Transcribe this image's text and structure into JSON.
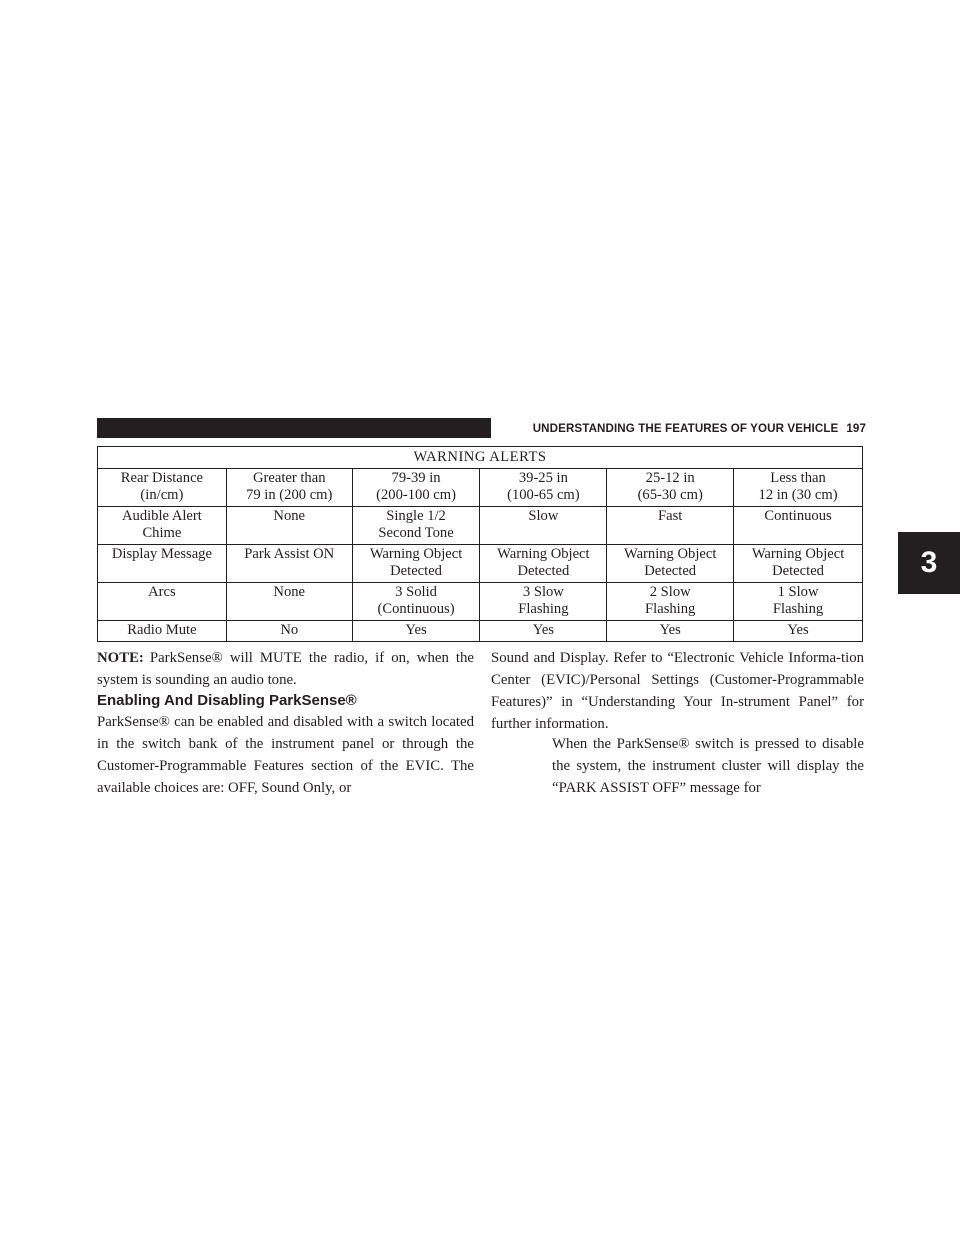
{
  "header": {
    "title": "UNDERSTANDING THE FEATURES OF YOUR VEHICLE",
    "page_number": "197",
    "chapter_tab": "3"
  },
  "table": {
    "title": "WARNING ALERTS",
    "rows": [
      [
        [
          "Rear Distance",
          "(in/cm)"
        ],
        [
          "Greater than",
          "79 in (200 cm)"
        ],
        [
          "79-39 in",
          "(200-100 cm)"
        ],
        [
          "39-25 in",
          "(100-65 cm)"
        ],
        [
          "25-12 in",
          "(65-30 cm)"
        ],
        [
          "Less than",
          "12 in (30 cm)"
        ]
      ],
      [
        [
          "Audible Alert",
          "Chime"
        ],
        [
          "None",
          ""
        ],
        [
          "Single 1/2",
          "Second Tone"
        ],
        [
          "Slow",
          ""
        ],
        [
          "Fast",
          ""
        ],
        [
          "Continuous",
          ""
        ]
      ],
      [
        [
          "Display Message",
          ""
        ],
        [
          "Park Assist ON",
          ""
        ],
        [
          "Warning Object",
          "Detected"
        ],
        [
          "Warning Object",
          "Detected"
        ],
        [
          "Warning Object",
          "Detected"
        ],
        [
          "Warning Object",
          "Detected"
        ]
      ],
      [
        [
          "Arcs",
          ""
        ],
        [
          "None",
          ""
        ],
        [
          "3 Solid",
          "(Continuous)"
        ],
        [
          "3 Slow",
          "Flashing"
        ],
        [
          "2 Slow",
          "Flashing"
        ],
        [
          "1 Slow",
          "Flashing"
        ]
      ],
      [
        [
          "Radio Mute",
          ""
        ],
        [
          "No",
          ""
        ],
        [
          "Yes",
          ""
        ],
        [
          "Yes",
          ""
        ],
        [
          "Yes",
          ""
        ],
        [
          "Yes",
          ""
        ]
      ]
    ]
  },
  "note": {
    "label": "NOTE:",
    "text": "ParkSense® will MUTE the radio, if on, when the system is sounding an audio tone."
  },
  "section": {
    "heading": "Enabling And Disabling ParkSense®",
    "para1": "ParkSense® can be enabled and disabled with a switch located in the switch bank of the instrument panel or through the Customer-Programmable Features section of the EVIC. The available choices are: OFF, Sound Only, or",
    "para1_cont": "Sound and Display. Refer to “Electronic Vehicle Informa-tion Center (EVIC)/Personal Settings (Customer-Programmable Features)” in “Understanding Your In-strument Panel” for further information.",
    "para2": "When the ParkSense® switch is pressed to disable the system, the instrument cluster will display the “PARK ASSIST OFF” message for"
  }
}
